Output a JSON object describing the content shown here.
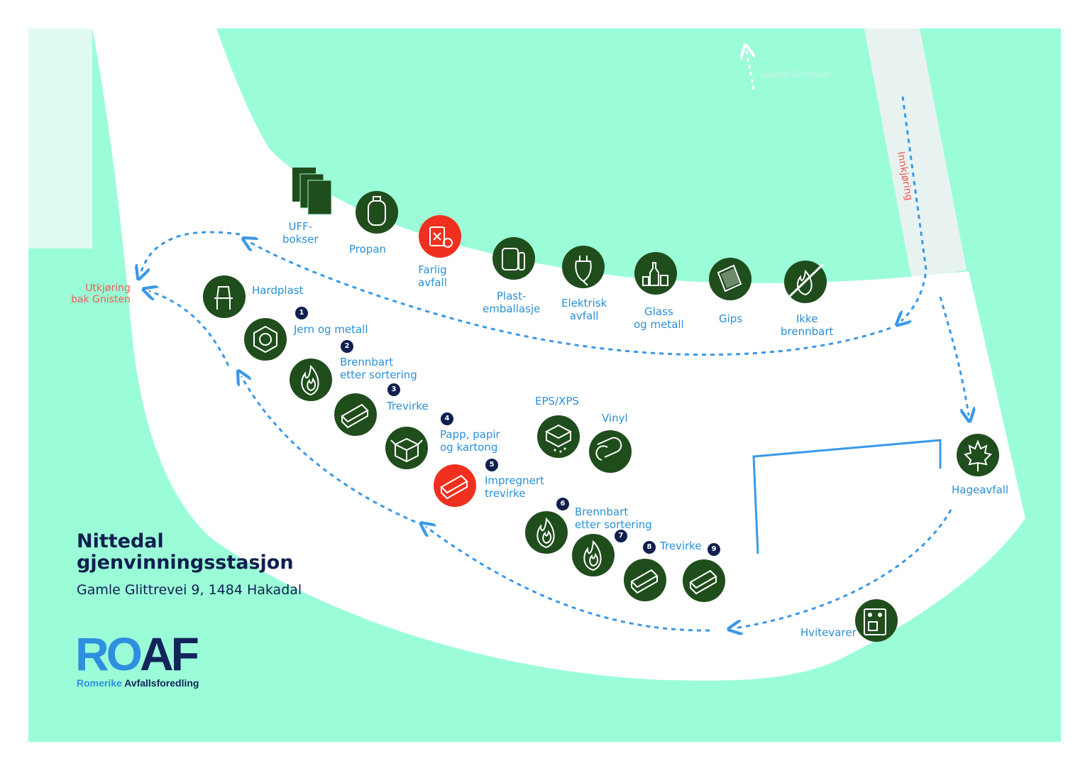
{
  "colors": {
    "grass": "#9bfdd8",
    "road": "#ffffff",
    "entry_road": "#e8f3f1",
    "pale_area": "#dffbef",
    "icon_green": "#1f4d1c",
    "hazard_red": "#f0301f",
    "path_blue": "#3a98e8",
    "label_blue": "#2b8fd6",
    "badge_navy": "#0f1f4e",
    "red_text": "#f05a55"
  },
  "road_labels": {
    "gamle_glittrevei": "Gamle Glittrevei",
    "innkjoring": "Innkjøring",
    "utkjoring": "Utkjøring\nbak Gnisten"
  },
  "stations": [
    {
      "id": "uff",
      "label": "UFF-\nbokser",
      "icon": "uff-boxes-icon",
      "color": "green"
    },
    {
      "id": "propan",
      "label": "Propan",
      "icon": "propane-icon",
      "color": "green"
    },
    {
      "id": "farlig",
      "label": "Farlig\navfall",
      "icon": "hazardous-waste-icon",
      "color": "red"
    },
    {
      "id": "plast",
      "label": "Plast-\nemballasje",
      "icon": "plastic-packaging-icon",
      "color": "green"
    },
    {
      "id": "elektrisk",
      "label": "Elektrisk\navfall",
      "icon": "electrical-plug-icon",
      "color": "green"
    },
    {
      "id": "glass",
      "label": "Glass\nog metall",
      "icon": "glass-metal-icon",
      "color": "green"
    },
    {
      "id": "gips",
      "label": "Gips",
      "icon": "gypsum-board-icon",
      "color": "green"
    },
    {
      "id": "ikke",
      "label": "Ikke\nbrennbart",
      "icon": "non-combustible-icon",
      "color": "green"
    },
    {
      "id": "hardplast",
      "label": "Hardplast",
      "icon": "plastic-chair-icon",
      "color": "green"
    },
    {
      "id": "jern",
      "label": "Jern og metall",
      "icon": "metal-nut-icon",
      "color": "green",
      "badge": "1"
    },
    {
      "id": "brennbart1",
      "label": "Brennbart\netter sortering",
      "icon": "flame-icon",
      "color": "green",
      "badge": "2"
    },
    {
      "id": "trevirke1",
      "label": "Trevirke",
      "icon": "wood-plank-icon",
      "color": "green",
      "badge": "3"
    },
    {
      "id": "papp",
      "label": "Papp, papir\nog kartong",
      "icon": "cardboard-box-icon",
      "color": "green",
      "badge": "4"
    },
    {
      "id": "impregnert",
      "label": "Impregnert\ntrevirke",
      "icon": "impregnated-wood-icon",
      "color": "red",
      "badge": "5"
    },
    {
      "id": "eps",
      "label": "EPS/XPS",
      "icon": "eps-foam-icon",
      "color": "green"
    },
    {
      "id": "vinyl",
      "label": "Vinyl",
      "icon": "vinyl-roll-icon",
      "color": "green"
    },
    {
      "id": "brennbart2",
      "label": "Brennbart\netter sortering",
      "icon": "flame-icon",
      "color": "green",
      "badge": "6"
    },
    {
      "id": "brennbart3",
      "label": "",
      "icon": "flame-icon",
      "color": "green",
      "badge": "7"
    },
    {
      "id": "trevirke2",
      "label": "Trevirke",
      "icon": "wood-plank-icon",
      "color": "green",
      "badge": "8"
    },
    {
      "id": "trevirke3",
      "label": "",
      "icon": "wood-plank-icon",
      "color": "green",
      "badge": "9"
    },
    {
      "id": "hageavfall",
      "label": "Hageavfall",
      "icon": "maple-leaf-icon",
      "color": "green"
    },
    {
      "id": "hvitevarer",
      "label": "Hvitevarer",
      "icon": "white-goods-icon",
      "color": "green"
    }
  ],
  "title": "Nittedal\ngjenvinningsstasjon",
  "address": "Gamle Glittrevei 9, 1484 Hakadal",
  "logo": {
    "ro": "RO",
    "af": "AF",
    "sub_1": "Romerike ",
    "sub_2": "Avfallsforedling"
  }
}
